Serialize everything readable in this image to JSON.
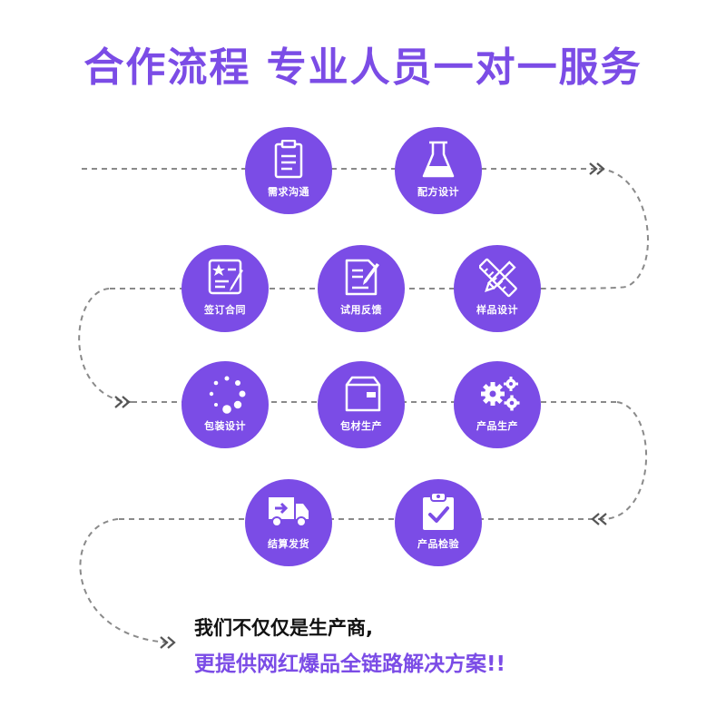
{
  "title": "合作流程 专业人员一对一服务",
  "colors": {
    "accent": "#7b4ce6",
    "path": "#8a8a8a",
    "text_dark": "#111111"
  },
  "steps": [
    {
      "label": "需求沟通",
      "icon": "clipboard-icon"
    },
    {
      "label": "配方设计",
      "icon": "flask-icon"
    },
    {
      "label": "签订合同",
      "icon": "contract-star-icon"
    },
    {
      "label": "试用反馈",
      "icon": "document-pen-icon"
    },
    {
      "label": "样品设计",
      "icon": "ruler-pencil-icon"
    },
    {
      "label": "包装设计",
      "icon": "loading-dots-icon"
    },
    {
      "label": "包材生产",
      "icon": "box-icon"
    },
    {
      "label": "产品生产",
      "icon": "gears-icon"
    },
    {
      "label": "结算发货",
      "icon": "delivery-truck-icon"
    },
    {
      "label": "产品检验",
      "icon": "clipboard-check-icon"
    }
  ],
  "footer": {
    "line1": "我们不仅仅是生产商,",
    "line2": "更提供网红爆品全链路解决方案!!"
  }
}
